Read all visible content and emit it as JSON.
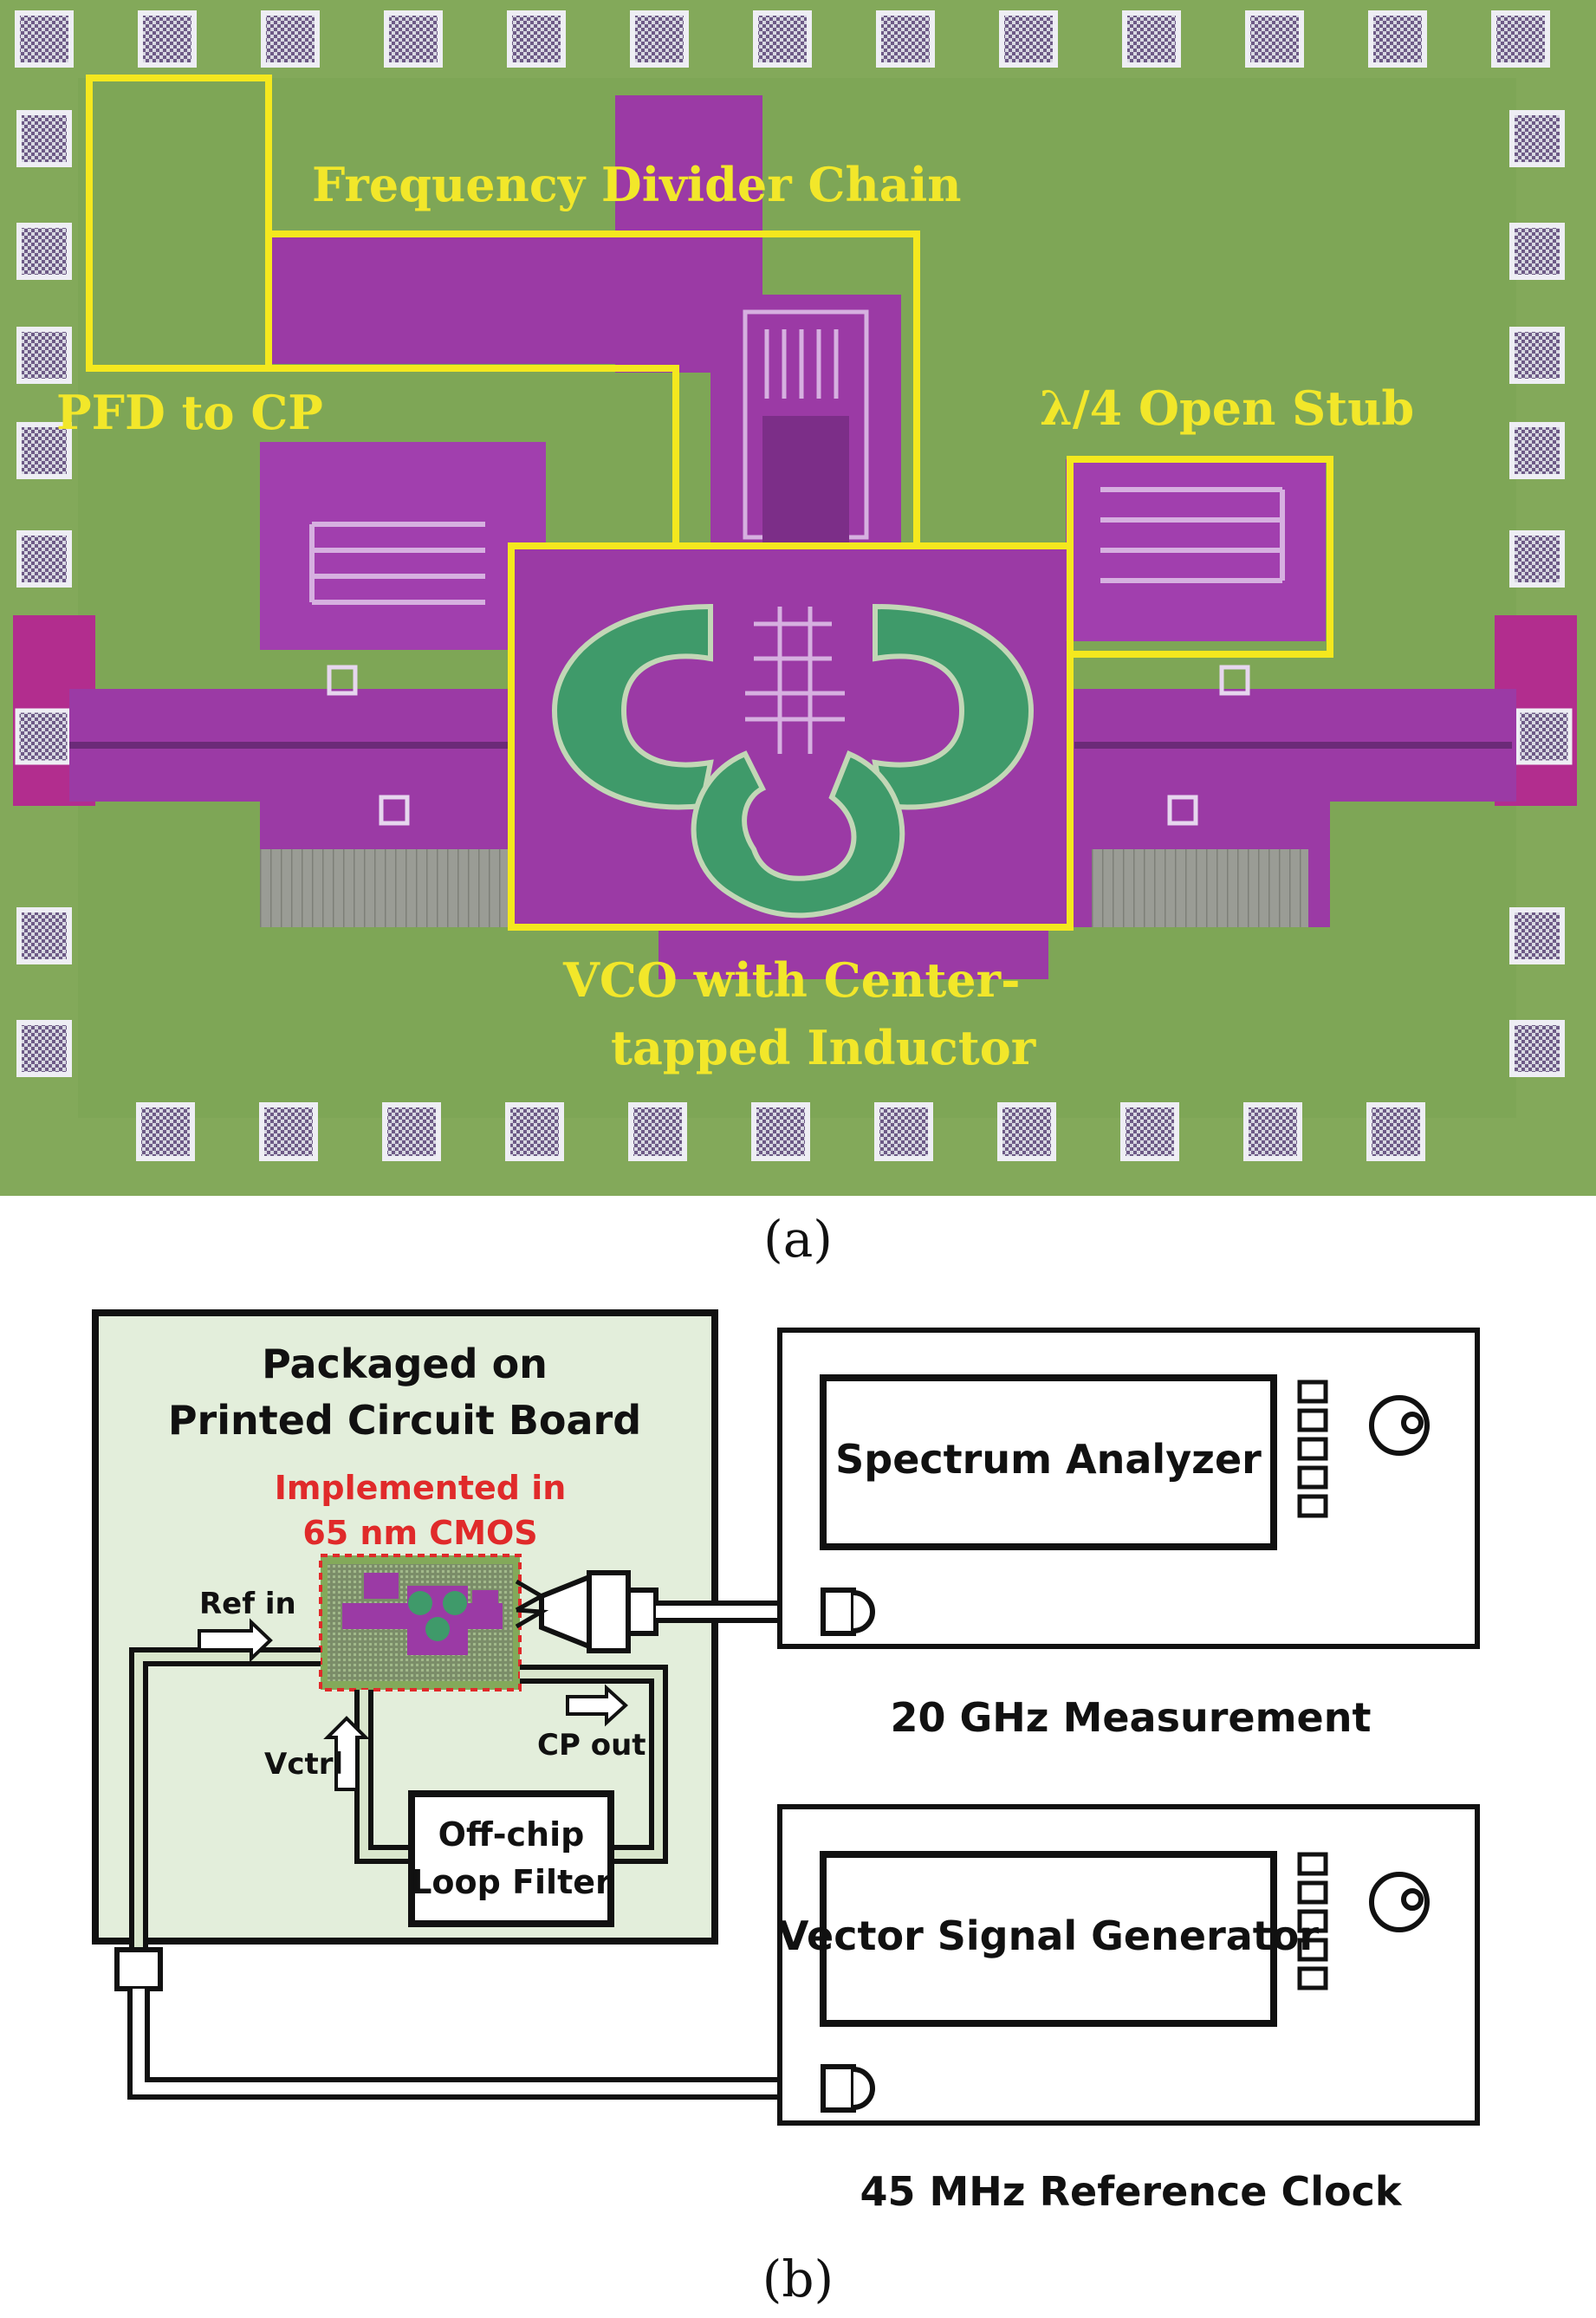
{
  "panel_a": {
    "labels": {
      "frequency_divider_chain": "Frequency Divider Chain",
      "pfd_to_cp": "PFD to CP",
      "open_stub": "λ/4 Open Stub",
      "vco_line1": "VCO with Center-",
      "vco_line2": "tapped Inductor"
    },
    "caption": "(a)",
    "colors": {
      "substrate": "#83a95a",
      "metal": "#9b3aa5",
      "inductor": "#3f9a6a",
      "highlight": "#f4e81e",
      "pad": "#c8c9d6"
    }
  },
  "panel_b": {
    "pcb_title_line1": "Packaged on",
    "pcb_title_line2": "Printed Circuit Board",
    "chip_label_line1": "Implemented in",
    "chip_label_line2": "65 nm CMOS",
    "ref_in": "Ref in",
    "vctrl": "Vctrl",
    "cp_out": "CP out",
    "loop_filter_line1": "Off-chip",
    "loop_filter_line2": "Loop Filter",
    "spectrum_analyzer": "Spectrum Analyzer",
    "measurement": "20 GHz Measurement",
    "vector_signal_generator": "Vector Signal Generator",
    "reference_clock": "45 MHz Reference Clock",
    "caption": "(b)",
    "colors": {
      "pcb": "#e3eedb",
      "chip_label": "#e02a2a",
      "cable": "#d9e6cc"
    }
  }
}
